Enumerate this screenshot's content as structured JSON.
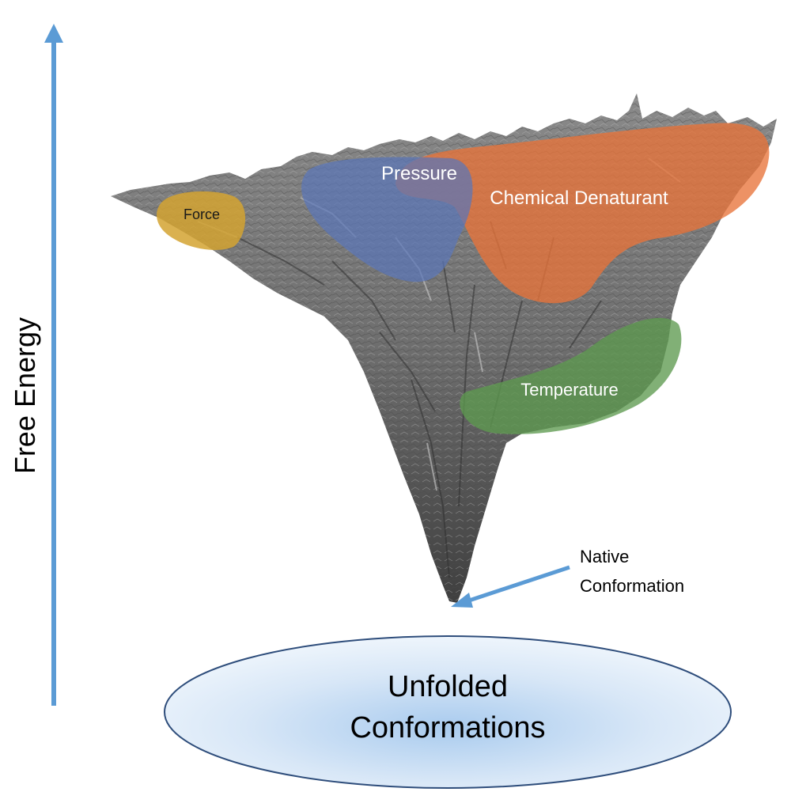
{
  "axis": {
    "label": "Free Energy",
    "color": "#5b9bd5"
  },
  "regions": {
    "force": {
      "label": "Force",
      "color": "#d4a331"
    },
    "pressure": {
      "label": "Pressure",
      "color": "#5a76b8"
    },
    "chemical": {
      "label": "Chemical Denaturant",
      "color": "#e8733a"
    },
    "temperature": {
      "label": "Temperature",
      "color": "#5e9a4f"
    }
  },
  "native": {
    "line1": "Native",
    "line2": "Conformation",
    "arrow_color": "#5b9bd5"
  },
  "unfolded": {
    "line1": "Unfolded",
    "line2": "Conformations",
    "fill_center": "#9ec3ea",
    "stroke": "#2e4d7b"
  },
  "landscape": {
    "color": "#7d7d7d"
  }
}
